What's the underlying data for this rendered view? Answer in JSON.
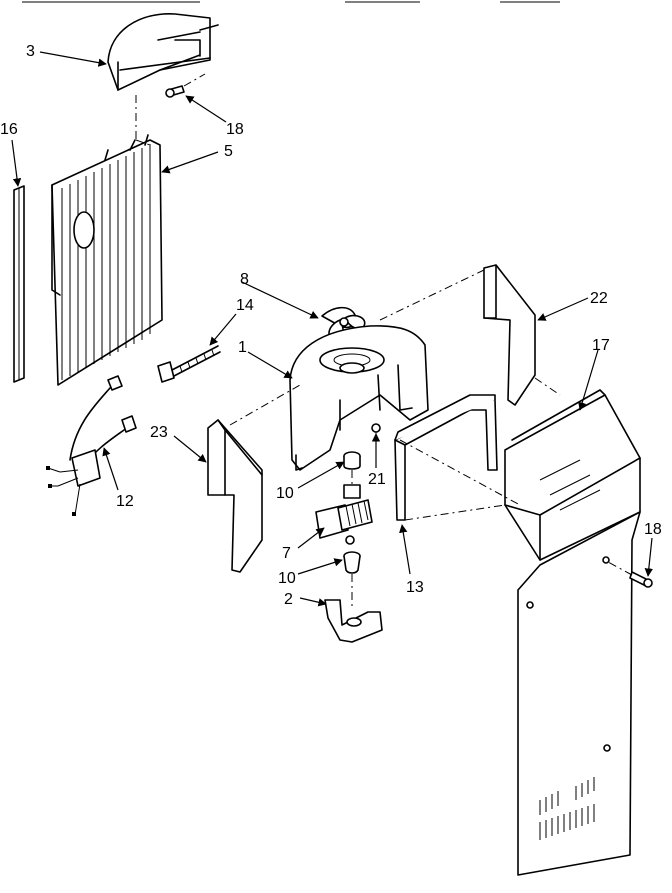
{
  "diagram": {
    "callouts": {
      "p1": "1",
      "p2": "2",
      "p3": "3",
      "p5": "5",
      "p7": "7",
      "p8": "8",
      "p10a": "10",
      "p10b": "10",
      "p12": "12",
      "p13": "13",
      "p14": "14",
      "p16": "16",
      "p17": "17",
      "p18a": "18",
      "p18b": "18",
      "p21": "21",
      "p22": "22",
      "p23": "23"
    }
  }
}
